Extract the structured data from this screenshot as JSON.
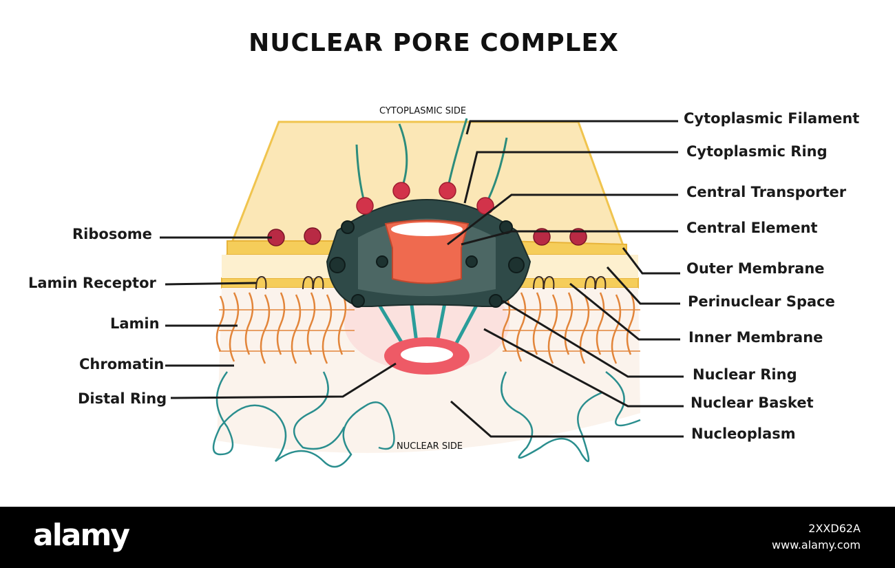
{
  "title": "NUCLEAR PORE COMPLEX",
  "sides": {
    "top": "CYTOPLASMIC SIDE",
    "bottom": "NUCLEAR SIDE"
  },
  "labels": {
    "left": [
      "Ribosome",
      "Lamin Receptor",
      "Lamin",
      "Chromatin",
      "Distal Ring"
    ],
    "right": [
      "Cytoplasmic Filament",
      "Cytoplasmic Ring",
      "Central Transporter",
      "Central Element",
      "Outer Membrane",
      "Perinuclear Space",
      "Inner Membrane",
      "Nuclear Ring",
      "Nuclear Basket",
      "Nucleoplasm"
    ]
  },
  "watermark": {
    "brand": "alamy",
    "image_id": "2XXD62A",
    "url": "www.alamy.com"
  },
  "colors": {
    "membrane": "#f5cd5a",
    "cytoplasm": "#fbe7b6",
    "pore_dark": "#2f4a48",
    "ribosome": "#d2334a",
    "transporter": "#ef6a4f",
    "lamin": "#e2853a",
    "chromatin": "#2a8e8e",
    "filament": "#2c8c7c"
  }
}
